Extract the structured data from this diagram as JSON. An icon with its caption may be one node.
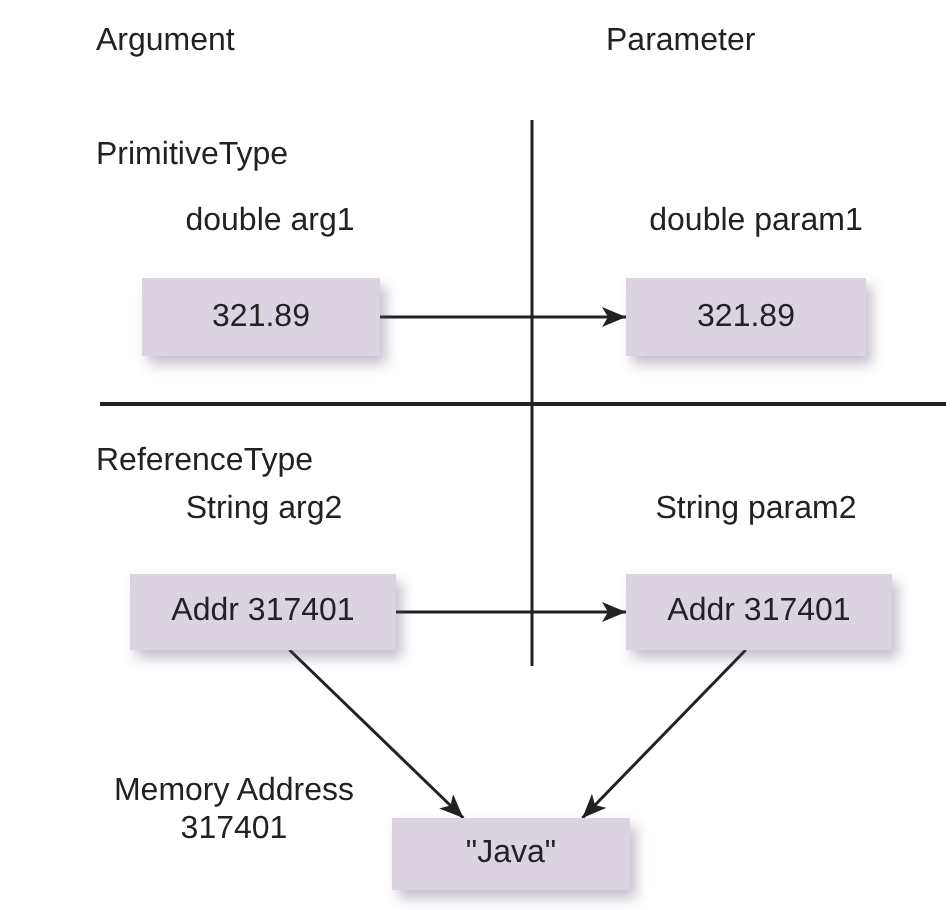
{
  "diagram": {
    "nodes": [
      {
        "text": [
          "321.89"
        ],
        "beside": [
          "double arg1"
        ]
      },
      {
        "text": [
          "321.89"
        ],
        "beside": [
          "double param1"
        ]
      },
      {
        "text": [
          "Addr 317401"
        ],
        "beside": [
          "String arg2"
        ]
      },
      {
        "text": [
          "Addr 317401"
        ],
        "beside": [
          "String param2"
        ]
      },
      {
        "text": [
          "\"Java\""
        ],
        "beside": [
          "Memory Address 317401"
        ]
      }
    ],
    "edges": [
      {
        "from": 0,
        "to": 1,
        "arrow": "to"
      },
      {
        "from": 2,
        "to": 3,
        "arrow": "to"
      },
      {
        "from": 2,
        "to": 4,
        "arrow": "to"
      },
      {
        "from": 3,
        "to": 4,
        "arrow": "to"
      }
    ],
    "labels": [
      "Argument",
      "Parameter",
      "PrimitiveType",
      "ReferenceType"
    ]
  }
}
